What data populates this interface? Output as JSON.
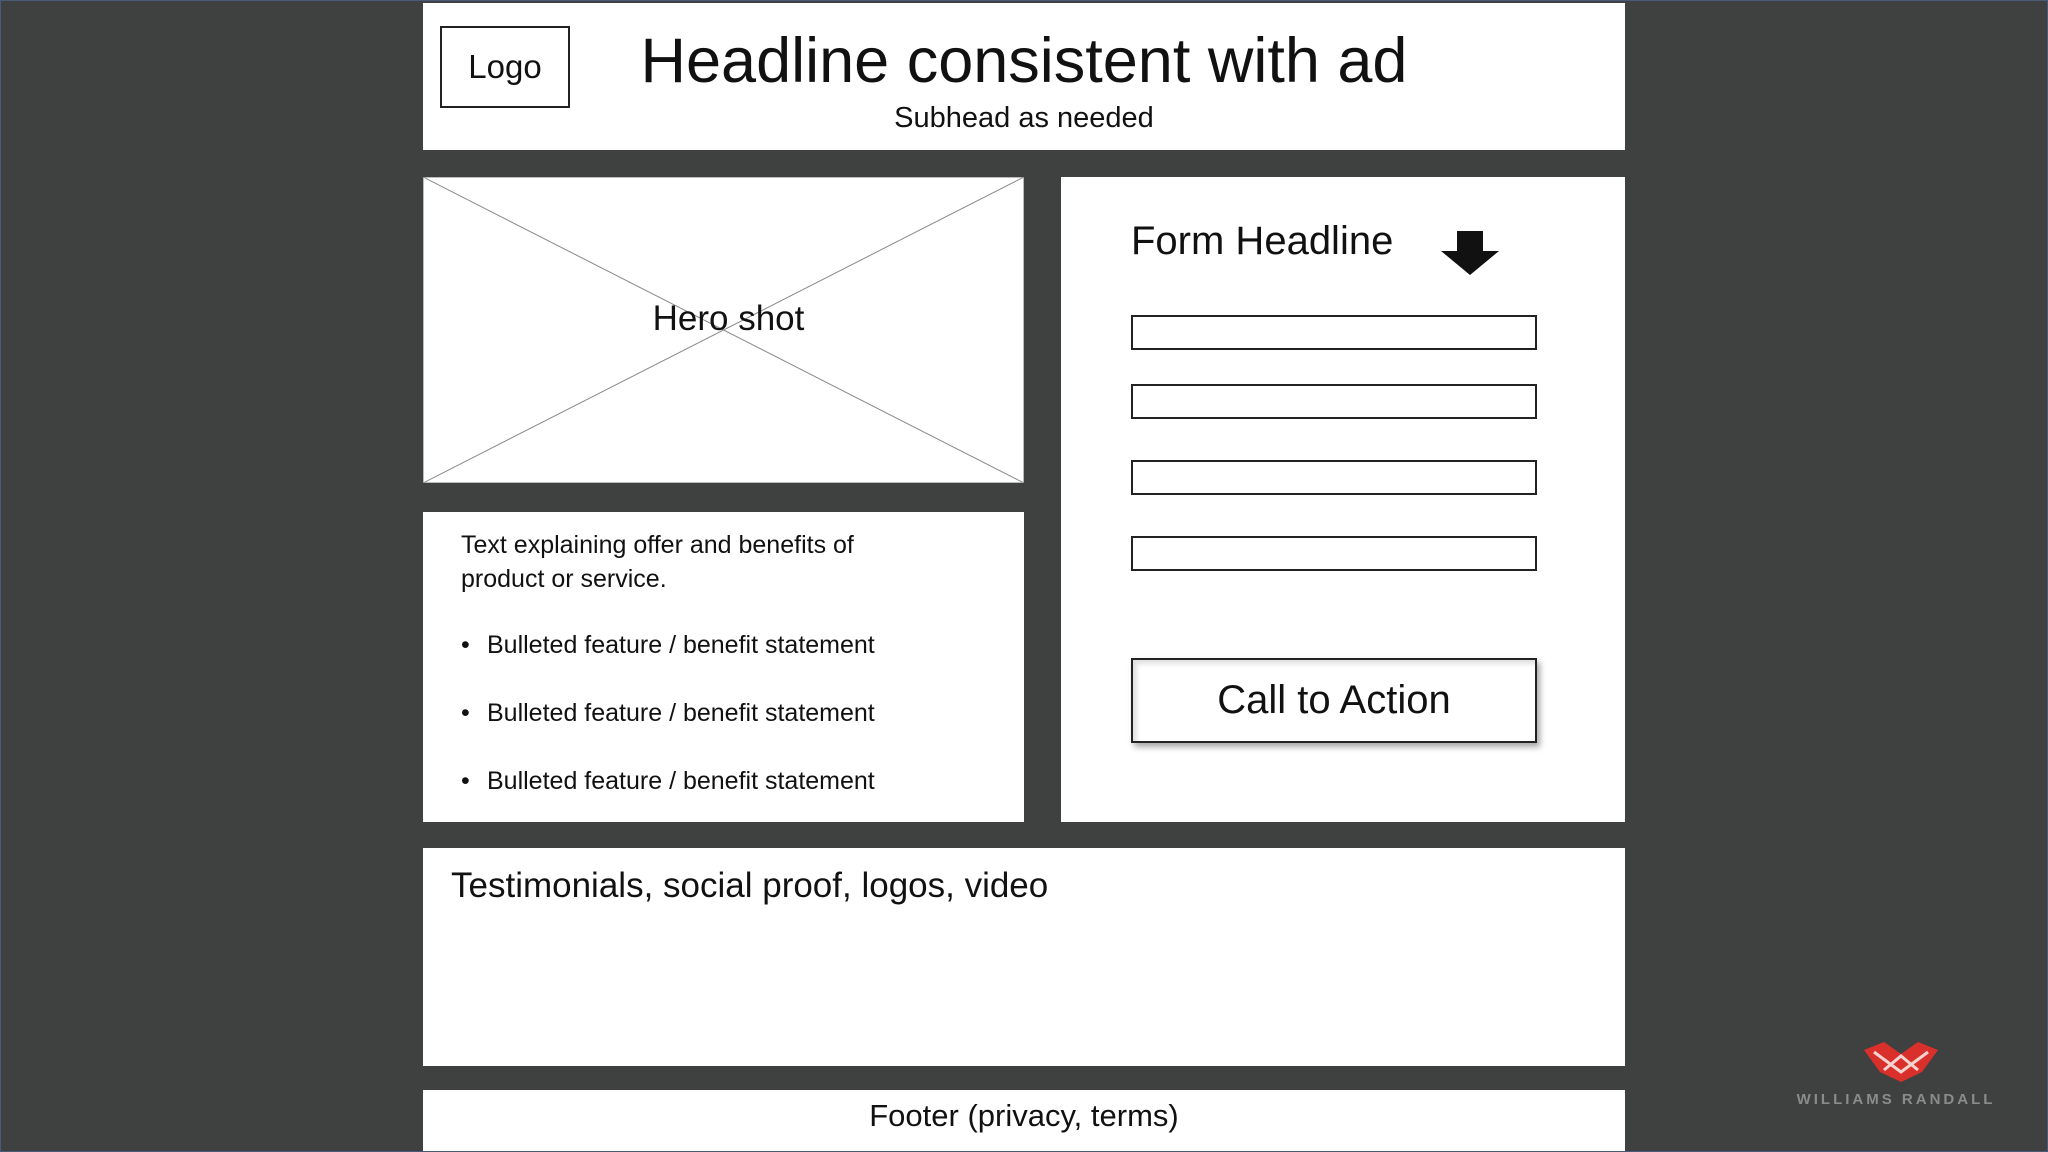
{
  "header": {
    "logo_label": "Logo",
    "headline": "Headline consistent with ad",
    "subhead": "Subhead as needed"
  },
  "hero": {
    "label": "Hero shot"
  },
  "content": {
    "intro": "Text explaining offer and benefits of product or service.",
    "bullets": [
      "Bulleted feature / benefit statement",
      "Bulleted feature / benefit statement",
      "Bulleted feature / benefit statement"
    ]
  },
  "form": {
    "headline": "Form Headline",
    "arrow_icon": "arrow-down-icon",
    "fields": [
      "",
      "",
      "",
      ""
    ],
    "cta_label": "Call to Action"
  },
  "testimonials": {
    "label": "Testimonials, social proof, logos, video"
  },
  "footer": {
    "label": "Footer (privacy, terms)"
  },
  "brand": {
    "name": "WILLIAMS RANDALL",
    "mark_color": "#d9302b"
  },
  "colors": {
    "background": "#3f4140",
    "panel": "#ffffff"
  }
}
